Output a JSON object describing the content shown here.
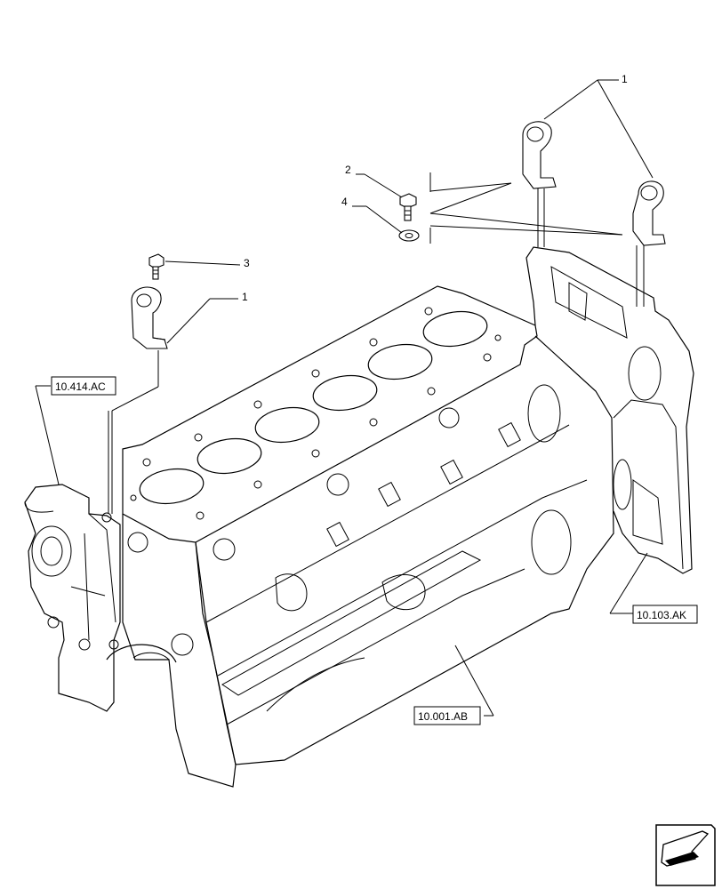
{
  "callouts": {
    "c1_top": "1",
    "c1_left": "1",
    "c2": "2",
    "c3": "3",
    "c4": "4"
  },
  "references": {
    "ref_414": "10.414.AC",
    "ref_103": "10.103.AK",
    "ref_001": "10.001.AB"
  },
  "icons": {
    "nav": "direction-arrow-icon"
  }
}
